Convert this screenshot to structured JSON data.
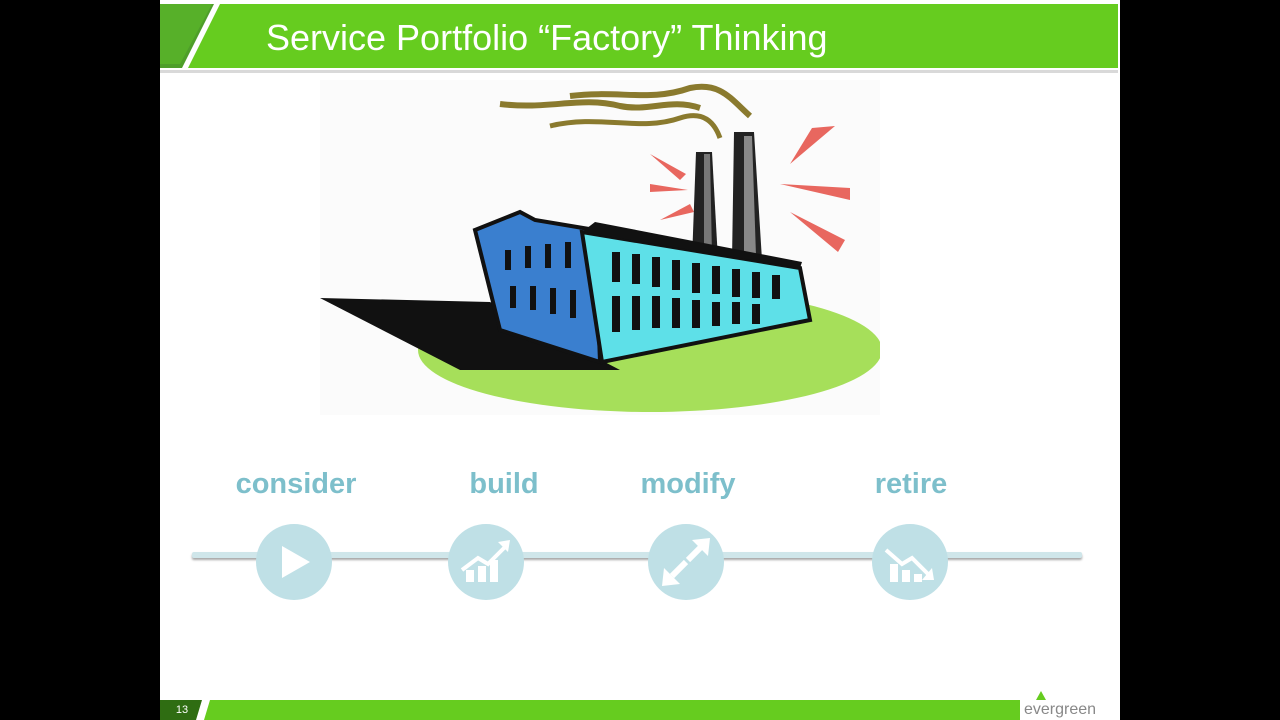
{
  "slide": {
    "title": "Service Portfolio “Factory” Thinking",
    "page_number": "13"
  },
  "stages": [
    {
      "label": "consider",
      "icon": "play-icon"
    },
    {
      "label": "build",
      "icon": "growth-chart-icon"
    },
    {
      "label": "modify",
      "icon": "bidirectional-arrows-icon"
    },
    {
      "label": "retire",
      "icon": "decline-chart-icon"
    }
  ],
  "footer": {
    "brand": "evergreen"
  },
  "colors": {
    "accent_green": "#66cc1f",
    "dark_green": "#2f6d12",
    "stage_text": "#7dbfcb",
    "stage_circle": "#bfe0e6"
  }
}
